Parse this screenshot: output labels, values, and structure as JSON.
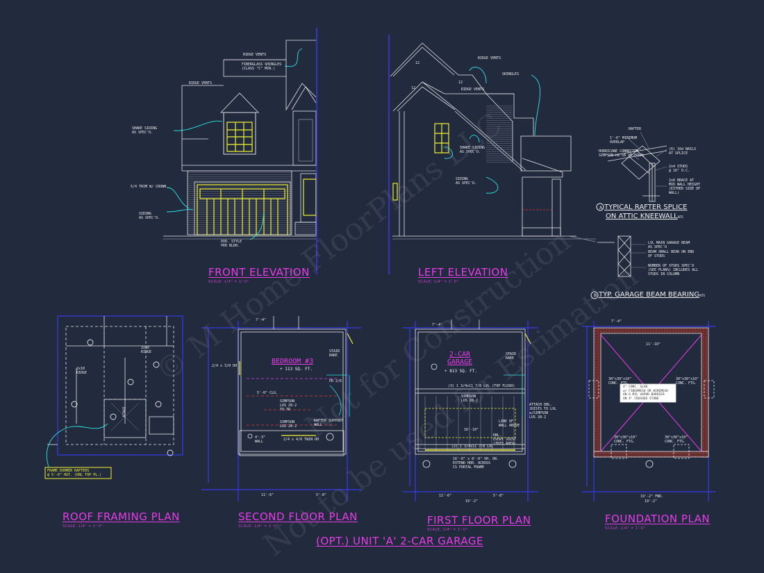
{
  "titles": {
    "front": {
      "title": "FRONT ELEVATION",
      "scale": "SCALE: 1/4\" = 1'-0\""
    },
    "left": {
      "title": "LEFT ELEVATION",
      "scale": "SCALE: 1/4\" = 1'-0\""
    },
    "roof": {
      "title": "ROOF FRAMING PLAN",
      "scale": "SCALE: 1/4\" = 1'-0\""
    },
    "second": {
      "title": "SECOND FLOOR PLAN",
      "scale": "SCALE: 1/4\" = 1'-0\""
    },
    "first": {
      "title": "FIRST FLOOR PLAN",
      "scale": "SCALE: 1/4\" = 1'-0\""
    },
    "foundation": {
      "title": "FOUNDATION PLAN",
      "scale": "SCALE: 1/4\" = 1'-0\""
    },
    "sheet": "(OPT.) UNIT 'A' 2-CAR GARAGE"
  },
  "details": {
    "a": {
      "tag": "A",
      "title": "TYPICAL RAFTER SPLICE",
      "title2": "ON ATTIC KNEEWALL",
      "scale": "NTS"
    },
    "b": {
      "tag": "B",
      "title": "TYP. GARAGE BEAM BEARING",
      "scale": "NTS"
    }
  },
  "front_notes": {
    "ridge_vents_top": "RIDGE VENTS",
    "shingles": "FIBERGLASS SHINGLES",
    "shingles2": "(CLASS \"C\" MIN.)",
    "ridge_vents_left": "RIDGE VENTS",
    "shake": "SHAKE SIDING",
    "shake2": "AS SPEC'D.",
    "trim": "5/4 TRIM W/ CROWN",
    "siding": "SIDING",
    "siding2": "AS SPEC'D.",
    "door": "OVD. STYLE",
    "door2": "PER BLDR."
  },
  "left_notes": {
    "ridge_vents_top": "RIDGE VENTS",
    "shingles": "SHINGLES",
    "ridge_vents": "RIDGE VENTS",
    "shake": "SHAKE SIDING",
    "shake2": "AS SPEC'D.",
    "siding": "SIDING",
    "siding2": "AS SPEC'D.",
    "pitch1": "12",
    "pitch2": "12",
    "pitch3": "12"
  },
  "detail_a_notes": {
    "rafter": "RAFTER",
    "overlap": "1'-6\" MINIMUM",
    "overlap2": "OVERLAP",
    "connector": "HURRICANE CONNECTOR",
    "connector2": "SIMPSON H2.5A OR EQUAL",
    "nails": "(6) 16d NAILS",
    "nails2": "AT SPLICE",
    "studs": "2x4 STUDS",
    "studs2": "@ 16\" O.C.",
    "brace": "2x6 BRACE AT",
    "brace2": "MID WALL HEIGHT",
    "brace3": "(EITHER SIDE OF",
    "brace4": "WALL)"
  },
  "detail_b_notes": {
    "lvl": "LVL MAIN GARAGE BEAM",
    "lvl2": "AS SPEC'D",
    "beam": "BEAM SMALL BEAR ON END",
    "beam2": "OF STUDS",
    "num": "NUMBER OF STUDS SPEC'D",
    "num2": "(SEE PLANS) INCLUDES ALL",
    "num3": "STUDS IN COLUMN"
  },
  "roof_notes": {
    "ridge1": "2x10",
    "ridge1b": "RIDGE",
    "ridge2": "2x10",
    "ridge2b": "RIDGE",
    "ridge3": "RIDGE",
    "callout": "FRAME DORMER RAFTERS",
    "callout2": "@ 5'-6\" HGT. (DBL TOP PL.)"
  },
  "second_notes": {
    "room": "BEDROOM #3",
    "area": "+ 113 SQ. FT.",
    "dh": "2/4 x 3/0 DH",
    "twin": "2/4 x 4/6 TWIN DH",
    "stair": "STAIR",
    "stair2": "RAKE",
    "clg": "5'-0\" CLG.",
    "clg2": "4'-3\"",
    "clg3": "WALL",
    "support": "RAFTER SUPPORT",
    "support2": "WALL",
    "simpson": "SIMPSON",
    "simpson2": "LUS 28-2",
    "simpson3": "TO TR",
    "sim": "SIMPSON",
    "sim2": "LUS 28-2",
    "door": "PR 2/6",
    "dim_top": "7'-4\"",
    "dim_b1": "11'-6\"",
    "dim_b2": "5'-8\""
  },
  "first_notes": {
    "room": "2-CAR",
    "room2": "GARAGE",
    "area": "+ 813 SQ. FT.",
    "stair": "STAIR",
    "stair2": "RAKE",
    "lvl": "(3) 1 3/4x11 7/8 LVL (TOP FLUSH)",
    "simpson": "SIMPSON",
    "simpson2": "LUS 28-2",
    "attach": "ATTACH DBL.",
    "attach2": "JOISTS TO LVL",
    "attach3": "w/SIMPSON",
    "attach4": "LUS 28-2",
    "line": "LINE OF",
    "line2": "WALL ABOVE",
    "dbl": "DBL.",
    "dbl2": "EVERY JOIST",
    "dbl3": "(THIS AREA)",
    "lvl2": "(2) 1 3/4x11 7/8 LVL",
    "ovh": "16'-0\" x 8'-0\" OH. DR.",
    "ovh2": "EXTEND HDR. ACROSS",
    "ovh3": "CS PORTAL FRAME",
    "dim_top": "7'-4\"",
    "dim_mid": "16'-10\"",
    "dim_b1": "11'-6\"",
    "dim_b2": "5'-8\"",
    "dim_b3": "19'-2\""
  },
  "foundation_notes": {
    "ftg1": "30\"x30\"x10\"",
    "ftg1b": "CONC. FTG.",
    "ftg2": "30\"x30\"x10\"",
    "ftg2b": "CONC. FTG.",
    "ftg3": "30\"x30\"x10\"",
    "ftg3b": "CONC. FTG.",
    "ftg4": "30\"x30\"x10\"",
    "ftg4b": "CONC. FTG.",
    "slab": "4\" CONC. SLAB",
    "slab2": "w/ FIBERMESH OR WIREMESH",
    "slab3": "ON 6 MIL VAPOR BARRIER",
    "slab4": "ON 4\" CRUSHED STONE",
    "dim_top": "7'-4\"",
    "dim_mid": "11'-10\"",
    "dim_b1": "19'-2\" FND.",
    "dim_b2": "19'-2\""
  },
  "watermark": {
    "w1": "© M Home FloorPlans LLC",
    "w2": "Not for Construction",
    "w3": "Not to be used for Estimation"
  },
  "colors": {
    "background": "#222a3e",
    "lines": "#e8e8e8",
    "blue": "#3a3ae8",
    "magenta": "#e83ce8",
    "cyan": "#2ee6e6",
    "yellow": "#f2f230",
    "red": "#e83c3c"
  }
}
